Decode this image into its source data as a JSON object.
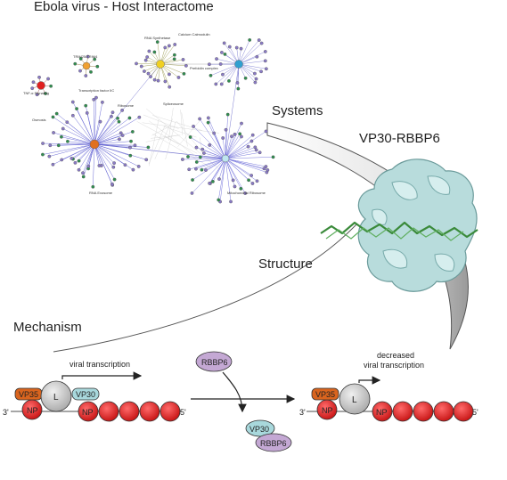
{
  "title": "Ebola virus - Host Interactome",
  "labels": {
    "systems": "Systems",
    "structure": "Structure",
    "mechanism": "Mechanism",
    "complex": "VP30-RBBP6"
  },
  "network": {
    "cluster_labels": [
      "TNF-α Signaling",
      "TRIM25/TRIM4",
      "Transcription factor IIC",
      "RNA Synthetase",
      "Calcium Calmodulin",
      "Ribosome",
      "Spliceosome",
      "Prefoldin complex",
      "Mitochondrial Ribosome",
      "RNA Exosome",
      "Osmosis"
    ]
  },
  "mechanism": {
    "left": {
      "arrow_label": "viral transcription",
      "proteins": [
        "VP35",
        "L",
        "VP30",
        "NP",
        "NP"
      ],
      "end5": "5'",
      "end3": "3'"
    },
    "middle": {
      "rbbp6": "RBBP6",
      "bound": [
        "VP30",
        "RBBP6"
      ]
    },
    "right": {
      "arrow_label_1": "decreased",
      "arrow_label_2": "viral transcription",
      "proteins": [
        "VP35",
        "L",
        "NP",
        "NP"
      ],
      "end5": "5'",
      "end3": "3'"
    }
  },
  "colors": {
    "vp35": "#d9641e",
    "np": "#e02020",
    "vp30": "#a8d8dc",
    "rbbp6": "#c4a8d4",
    "L": "#c8c8c8",
    "protein_surface": "#b8dcdc",
    "peptide": "#3a8a3a",
    "hub_orange": "#e07020",
    "hub_yellow": "#f0d020",
    "hub_cyan": "#30a0d0",
    "hub_red": "#e02020",
    "node_purple": "#8a7ac8",
    "node_green": "#2f8f4f"
  }
}
